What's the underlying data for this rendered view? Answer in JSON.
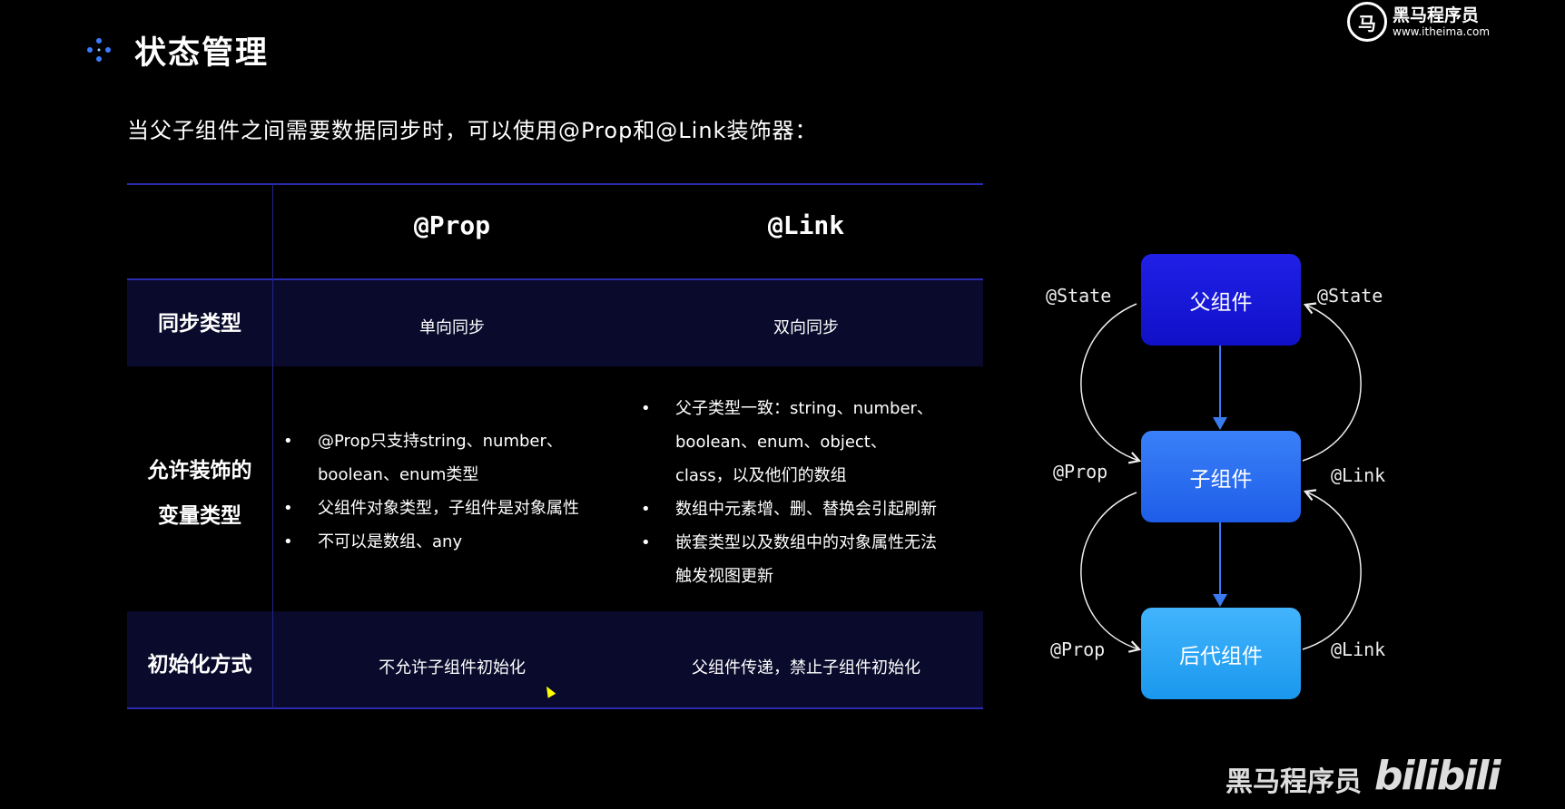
{
  "header": {
    "title": "状态管理",
    "icon": "sparkle-icon"
  },
  "logo": {
    "name": "黑马程序员",
    "url": "www.itheima.com",
    "mark": "马"
  },
  "subtitle": "当父子组件之间需要数据同步时，可以使用@Prop和@Link装饰器：",
  "table": {
    "columns": [
      "@Prop",
      "@Link"
    ],
    "rows": [
      {
        "label": "同步类型",
        "prop": "单向同步",
        "link": "双向同步"
      },
      {
        "label_lines": [
          "允许装饰的",
          "变量类型"
        ],
        "prop": [
          [
            "@Prop只支持string、number、",
            "boolean、enum类型"
          ],
          [
            "父组件对象类型，子组件是对象属性"
          ],
          [
            "不可以是数组、any"
          ]
        ],
        "link": [
          [
            "父子类型一致：string、number、",
            "boolean、enum、object、",
            "class，以及他们的数组"
          ],
          [
            "数组中元素增、删、替换会引起刷新"
          ],
          [
            "嵌套类型以及数组中的对象属性无法",
            "触发视图更新"
          ]
        ]
      },
      {
        "label": "初始化方式",
        "prop": "不允许子组件初始化",
        "link": "父组件传递，禁止子组件初始化"
      }
    ],
    "bullet": "•"
  },
  "diagram": {
    "nodes": [
      "父组件",
      "子组件",
      "后代组件"
    ],
    "labels": {
      "top_left": "@State",
      "top_right": "@State",
      "mid_left": "@Prop",
      "mid_right": "@Link",
      "bot_left": "@Prop",
      "bot_right": "@Link"
    },
    "colors": {
      "parent": "#1a1ad8",
      "child": "#2a6ef0",
      "descendant": "#2aa6f4",
      "arrow": "#3a7cf0"
    }
  },
  "watermark": {
    "brand": "黑马程序员",
    "site": "bilibili"
  }
}
